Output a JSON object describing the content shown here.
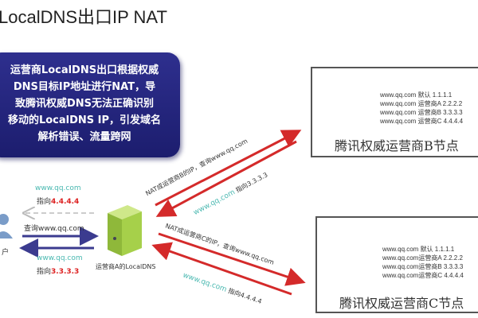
{
  "title": "LocalDNS出口IP NAT",
  "callout": {
    "lines": [
      "运营商LocalDNS出口根据权威",
      "DNS目标IP地址进行NAT，导",
      "致腾讯权威DNS无法正确识别",
      "移动的LocalDNS IP，引发域名",
      "解析错误、流量跨网"
    ]
  },
  "nodeB": {
    "records": [
      "www.qq.com 默认 1.1.1.1",
      "www.qq.com 运营商A 2.2.2.2",
      "www.qq.com 运营商B 3.3.3.3",
      "www.qq.com 运营商C 4.4.4.4"
    ],
    "label": "腾讯权威运营商B节点"
  },
  "nodeC": {
    "records": [
      "www.qq.com 默认 1.1.1.1",
      "www.qq.com运营商A 2.2.2.2",
      "www.qq.com运营商B 3.3.3.3",
      "www.qq.com运营商C 4.4.4.4"
    ],
    "label": "腾讯权威运营商C节点"
  },
  "user": {
    "label": "户"
  },
  "left": {
    "resp1_domain": "www.qq.com",
    "resp1_prefix": "指向",
    "resp1_ip": "4.4.4.4",
    "query": "查询www.qq.com",
    "resp2_domain": "www.qq.com",
    "resp2_prefix": "指向",
    "resp2_ip": "3.3.3.3"
  },
  "localdns": {
    "label": "运营商A的LocalDNS"
  },
  "arrows": {
    "toB": "NAT成运营商B的IP，查询www.qq.com",
    "fromB_domain": "www.qq.com",
    "fromB_rest": "指向3.3.3.3",
    "toC": "NAT成运营商C的IP，查询www.qq.com",
    "fromC_domain": "www.qq.com",
    "fromC_rest": "指向4.4.4.4"
  },
  "colors": {
    "callout": "#23237a",
    "arrow": "#d42a2a",
    "blue_arrow": "#3b3b8f",
    "teal": "#49b8b0",
    "server_green": "#a6d04a"
  }
}
